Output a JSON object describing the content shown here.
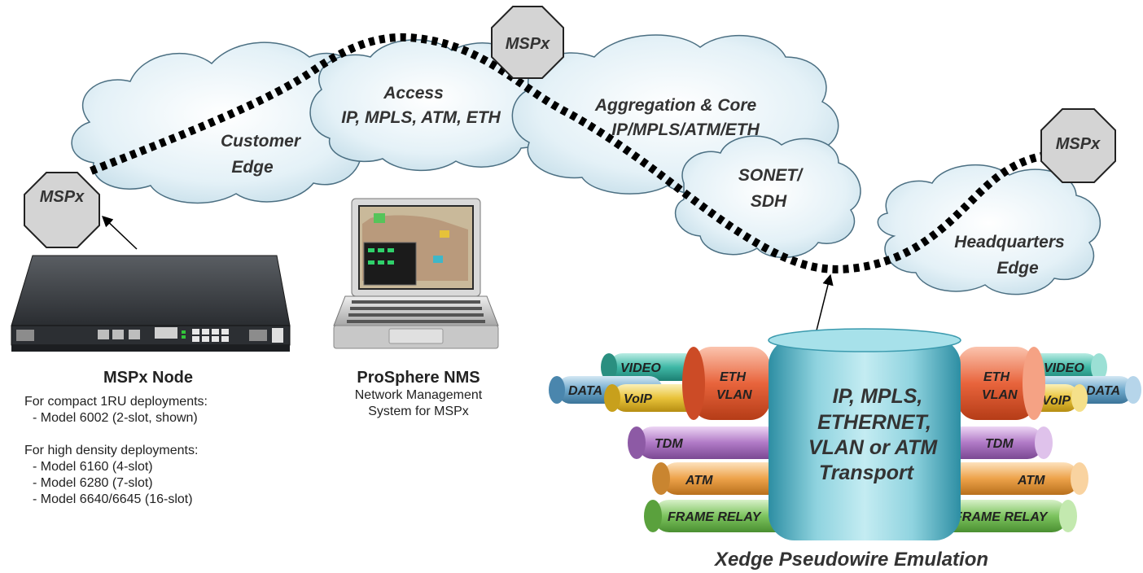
{
  "clouds": {
    "customer": {
      "line1": "Customer",
      "line2": "Edge"
    },
    "access": {
      "line1": "Access",
      "line2": "IP, MPLS, ATM, ETH"
    },
    "core": {
      "line1": "Aggregation & Core",
      "line2": "IP/MPLS/ATM/ETH"
    },
    "sonet": {
      "line1": "SONET/",
      "line2": "SDH"
    },
    "hq": {
      "line1": "Headquarters",
      "line2": "Edge"
    }
  },
  "octagons": {
    "left": "MSPx",
    "top": "MSPx",
    "right": "MSPx"
  },
  "node": {
    "title": "MSPx Node",
    "lines": [
      "For compact 1RU deployments:",
      "- Model 6002 (2-slot, shown)",
      "For high density deployments:",
      "- Model 6160 (4-slot)",
      "- Model 6280 (7-slot)",
      "- Model 6640/6645 (16-slot)"
    ]
  },
  "nms": {
    "title": "ProSphere NMS",
    "line1": "Network Management",
    "line2": "System for MSPx"
  },
  "pseudowire": {
    "center": [
      "IP, MPLS,",
      "ETHERNET,",
      "VLAN or ATM",
      "Transport"
    ],
    "left": {
      "data": "DATA",
      "video": "VIDEO",
      "voip": "VoIP",
      "eth1": "ETH",
      "eth2": "VLAN",
      "tdm": "TDM",
      "atm": "ATM",
      "fr": "FRAME RELAY"
    },
    "right": {
      "data": "DATA",
      "video": "VIDEO",
      "voip": "VoIP",
      "eth1": "ETH",
      "eth2": "VLAN",
      "tdm": "TDM",
      "atm": "ATM",
      "fr": "FRAME RELAY"
    },
    "caption": "Xedge Pseudowire Emulation"
  },
  "colors": {
    "cloud": "#dcecf4",
    "path": "#000000",
    "octagon": "#d4d4d4",
    "video": "#3fb8a6",
    "data": "#6fa9cc",
    "voip": "#e9c33a",
    "eth": "#e8643c",
    "tdm": "#b07ac6",
    "atm": "#eda24a",
    "fr": "#7cc35e",
    "transport": "#5fb8c8"
  }
}
